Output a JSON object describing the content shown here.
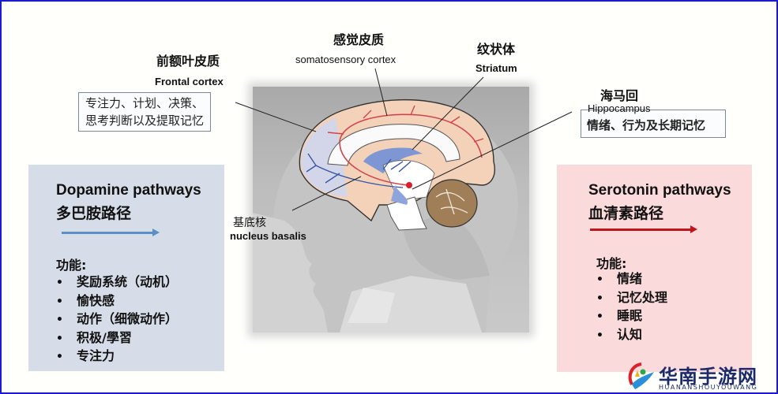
{
  "labels": {
    "frontal_cortex": {
      "cn": "前额叶皮质",
      "en": "Frontal cortex",
      "description_line1": "专注力、计划、决策、",
      "description_line2": "思考判断以及提取记忆"
    },
    "somatosensory_cortex": {
      "cn": "感觉皮质",
      "en": "somatosensory cortex"
    },
    "striatum": {
      "cn": "纹状体",
      "en": "Striatum"
    },
    "hippocampus": {
      "cn": "海马回",
      "en": "Hippocampus",
      "description": "情绪、行为及长期记忆"
    },
    "nucleus_basalis": {
      "cn": "基底核",
      "en": "nucleus basalis"
    }
  },
  "dopamine_panel": {
    "title_en": "Dopamine pathways",
    "title_cn": "多巴胺路径",
    "arrow_color": "#5b8fc7",
    "background": "#d6dde8",
    "function_label": "功能:",
    "functions": [
      "奖励系统（动机）",
      "愉快感",
      "动作（细微动作）",
      "积极/學習",
      "专注力"
    ]
  },
  "serotonin_panel": {
    "title_en": "Serotonin pathways",
    "title_cn": "血清素路径",
    "arrow_color": "#c0141c",
    "background": "#fadadb",
    "function_label": "功能:",
    "functions": [
      "情绪",
      "记忆处理",
      "睡眠",
      "认知"
    ]
  },
  "watermark": {
    "name": "华南手游网",
    "subtitle": "HUANANSHOUYOUWANG"
  },
  "bullet_char": "•"
}
